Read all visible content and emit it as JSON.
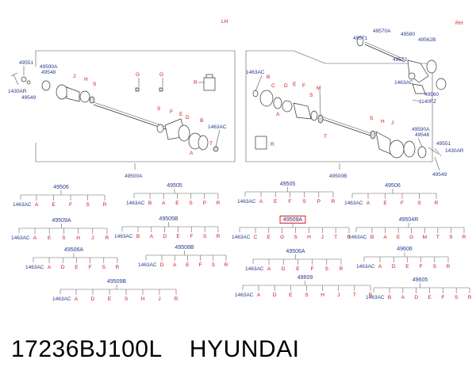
{
  "sides": {
    "left": "LH",
    "right": "RH"
  },
  "left_parts": [
    {
      "id": "l1",
      "text": "49551",
      "red": false
    },
    {
      "id": "l2",
      "text": "49590A",
      "red": false
    },
    {
      "id": "l3",
      "text": "49548",
      "red": false
    },
    {
      "id": "l4",
      "text": "J",
      "red": true
    },
    {
      "id": "l5",
      "text": "H",
      "red": true
    },
    {
      "id": "l6",
      "text": "S",
      "red": true
    },
    {
      "id": "l7",
      "text": "G",
      "red": true
    },
    {
      "id": "l8",
      "text": "G",
      "red": true
    },
    {
      "id": "l9",
      "text": "R",
      "red": true
    },
    {
      "id": "l10",
      "text": "1430AR",
      "red": false
    },
    {
      "id": "l11",
      "text": "49549",
      "red": false
    },
    {
      "id": "l12",
      "text": "S",
      "red": true
    },
    {
      "id": "l13",
      "text": "F",
      "red": true
    },
    {
      "id": "l14",
      "text": "E",
      "red": true
    },
    {
      "id": "l15",
      "text": "D",
      "red": true
    },
    {
      "id": "l16",
      "text": "B",
      "red": true
    },
    {
      "id": "l17",
      "text": "1463AC",
      "red": false
    },
    {
      "id": "l18",
      "text": "T",
      "red": true
    },
    {
      "id": "l19",
      "text": "A",
      "red": true
    },
    {
      "id": "l20",
      "text": "49500A",
      "red": false
    }
  ],
  "right_parts": [
    {
      "id": "r1",
      "text": "49570A",
      "red": false
    },
    {
      "id": "r2",
      "text": "49571",
      "red": false
    },
    {
      "id": "r3",
      "text": "49580",
      "red": false
    },
    {
      "id": "r4",
      "text": "49562B",
      "red": false
    },
    {
      "id": "r5",
      "text": "49572",
      "red": false
    },
    {
      "id": "r6",
      "text": "1463AC",
      "red": false
    },
    {
      "id": "r7",
      "text": "49560",
      "red": false
    },
    {
      "id": "r8",
      "text": "1140FZ",
      "red": false
    },
    {
      "id": "r9",
      "text": "1463AC",
      "red": false
    },
    {
      "id": "r10",
      "text": "B",
      "red": true
    },
    {
      "id": "r11",
      "text": "C",
      "red": true
    },
    {
      "id": "r12",
      "text": "D",
      "red": true
    },
    {
      "id": "r13",
      "text": "E",
      "red": true
    },
    {
      "id": "r14",
      "text": "F",
      "red": true
    },
    {
      "id": "r15",
      "text": "M",
      "red": true
    },
    {
      "id": "r16",
      "text": "S",
      "red": true
    },
    {
      "id": "r17",
      "text": "A",
      "red": true
    },
    {
      "id": "r18",
      "text": "T",
      "red": true
    },
    {
      "id": "r19",
      "text": "R",
      "red": true
    },
    {
      "id": "r20",
      "text": "S",
      "red": true
    },
    {
      "id": "r21",
      "text": "H",
      "red": true
    },
    {
      "id": "r22",
      "text": "J",
      "red": true
    },
    {
      "id": "r23",
      "text": "49590A",
      "red": false
    },
    {
      "id": "r24",
      "text": "49548",
      "red": false
    },
    {
      "id": "r25",
      "text": "49551",
      "red": false
    },
    {
      "id": "r26",
      "text": "1430AR",
      "red": false
    },
    {
      "id": "r27",
      "text": "49549",
      "red": false
    },
    {
      "id": "r28",
      "text": "49500B",
      "red": false
    }
  ],
  "trees": [
    {
      "id": "t1",
      "code": "49506",
      "prefix": "1463AC",
      "letters": [
        "A",
        "E",
        "F",
        "S",
        "R"
      ]
    },
    {
      "id": "t2",
      "code": "49505",
      "prefix": "1463AC",
      "letters": [
        "B",
        "A",
        "E",
        "S",
        "P",
        "R"
      ]
    },
    {
      "id": "t3",
      "code": "49505",
      "prefix": "1463AC",
      "letters": [
        "A",
        "E",
        "F",
        "S",
        "P",
        "R"
      ]
    },
    {
      "id": "t4",
      "code": "49506",
      "prefix": "1463AC",
      "letters": [
        "A",
        "E",
        "F",
        "S",
        "R"
      ]
    },
    {
      "id": "t5",
      "code": "49509A",
      "prefix": "1463AC",
      "letters": [
        "A",
        "E",
        "S",
        "H",
        "J",
        "R"
      ]
    },
    {
      "id": "t6",
      "code": "49505B",
      "prefix": "1463AC",
      "letters": [
        "B",
        "A",
        "D",
        "E",
        "F",
        "S",
        "R"
      ]
    },
    {
      "id": "t7",
      "code": "49509A",
      "prefix": "1463AC",
      "letters": [
        "C",
        "E",
        "G",
        "S",
        "H",
        "J",
        "T",
        "R"
      ],
      "highlight": true
    },
    {
      "id": "t8",
      "code": "49504R",
      "prefix": "1463AC",
      "letters": [
        "B",
        "A",
        "E",
        "G",
        "M",
        "T",
        "S",
        "R"
      ]
    },
    {
      "id": "t9",
      "code": "49506A",
      "prefix": "1463AC",
      "letters": [
        "A",
        "D",
        "E",
        "F",
        "S",
        "R"
      ]
    },
    {
      "id": "t10",
      "code": "49508B",
      "prefix": "1463AC",
      "letters": [
        "D",
        "A",
        "E",
        "F",
        "S",
        "R"
      ]
    },
    {
      "id": "t11",
      "code": "49506A",
      "prefix": "1463AC",
      "letters": [
        "A",
        "D",
        "E",
        "F",
        "S",
        "R"
      ]
    },
    {
      "id": "t12",
      "code": "49606",
      "prefix": "1463AC",
      "letters": [
        "A",
        "D",
        "E",
        "F",
        "S",
        "R"
      ]
    },
    {
      "id": "t13",
      "code": "49509B",
      "prefix": "1463AC",
      "letters": [
        "A",
        "D",
        "E",
        "S",
        "H",
        "J",
        "R"
      ]
    },
    {
      "id": "t14",
      "code": "49609",
      "prefix": "1463AC",
      "letters": [
        "A",
        "D",
        "E",
        "S",
        "H",
        "J",
        "T",
        "R"
      ]
    },
    {
      "id": "t15",
      "code": "49605",
      "prefix": "1463AC",
      "letters": [
        "B",
        "A",
        "D",
        "E",
        "F",
        "S",
        "R"
      ]
    }
  ],
  "footer": {
    "part_number": "17236BJ100L",
    "brand": "HYUNDAI"
  }
}
